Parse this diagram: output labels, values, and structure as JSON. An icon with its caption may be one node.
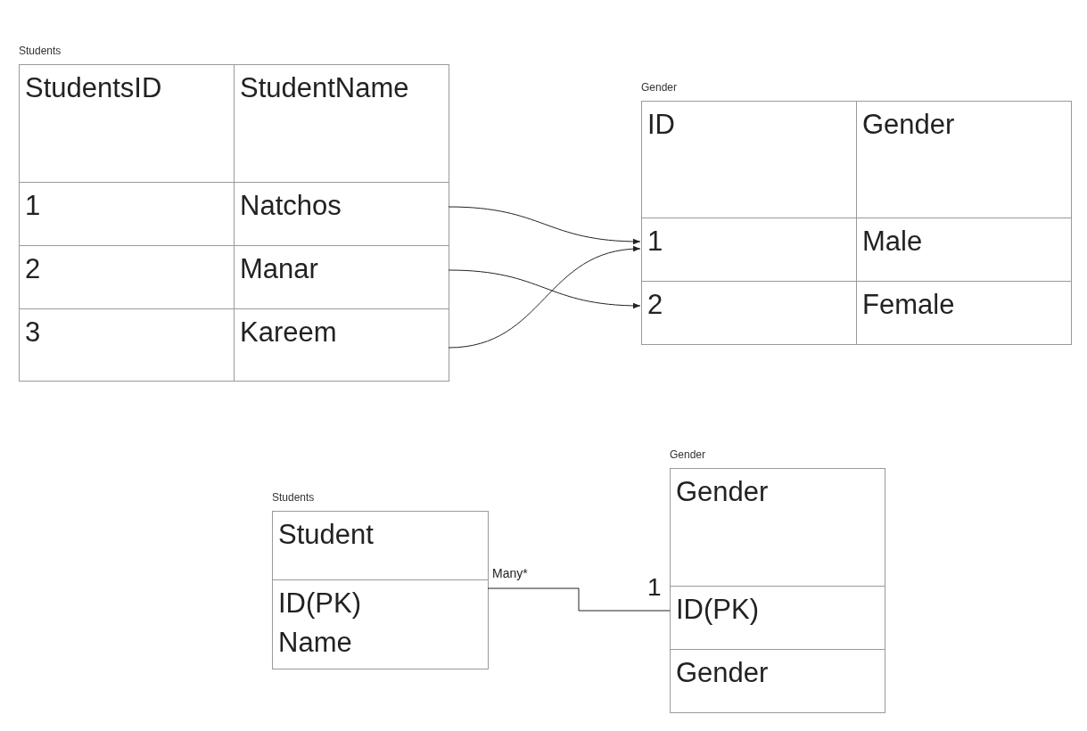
{
  "diagram": {
    "nodes": [
      {
        "text": [
          "Students"
        ]
      },
      {
        "text": [
          "StudentsID"
        ],
        "in": 0
      },
      {
        "text": [
          "StudentName"
        ],
        "in": 0
      },
      {
        "text": [
          "1"
        ],
        "in": 0
      },
      {
        "text": [
          "Natchos"
        ],
        "in": 0
      },
      {
        "text": [
          "2"
        ],
        "in": 0
      },
      {
        "text": [
          "Manar"
        ],
        "in": 0
      },
      {
        "text": [
          "3"
        ],
        "in": 0
      },
      {
        "text": [
          "Kareem"
        ],
        "in": 0
      },
      {
        "text": [
          "Gender"
        ]
      },
      {
        "text": [
          "ID"
        ],
        "in": 9
      },
      {
        "text": [
          "Gender"
        ],
        "in": 9
      },
      {
        "text": [
          "1"
        ],
        "in": 9
      },
      {
        "text": [
          "Male"
        ],
        "in": 9
      },
      {
        "text": [
          "2"
        ],
        "in": 9
      },
      {
        "text": [
          "Female"
        ],
        "in": 9
      },
      {
        "text": [
          "Students"
        ]
      },
      {
        "text": [
          "Student"
        ],
        "in": 16
      },
      {
        "text": [
          "ID(PK)",
          "Name"
        ],
        "in": 16
      },
      {
        "text": [
          "Gender"
        ]
      },
      {
        "text": [
          "Gender"
        ],
        "in": 19
      },
      {
        "text": [
          "ID(PK)"
        ],
        "in": 19
      },
      {
        "text": [
          "Gender"
        ],
        "in": 19
      }
    ],
    "edges": [
      {
        "from": 4,
        "to": 12,
        "arrow": "to"
      },
      {
        "from": 6,
        "to": 14,
        "arrow": "to"
      },
      {
        "from": 8,
        "to": 12,
        "arrow": "to"
      },
      {
        "from": 18,
        "to": 21,
        "arrow": "none",
        "label": "Many*"
      }
    ],
    "labels": [
      "1"
    ]
  }
}
